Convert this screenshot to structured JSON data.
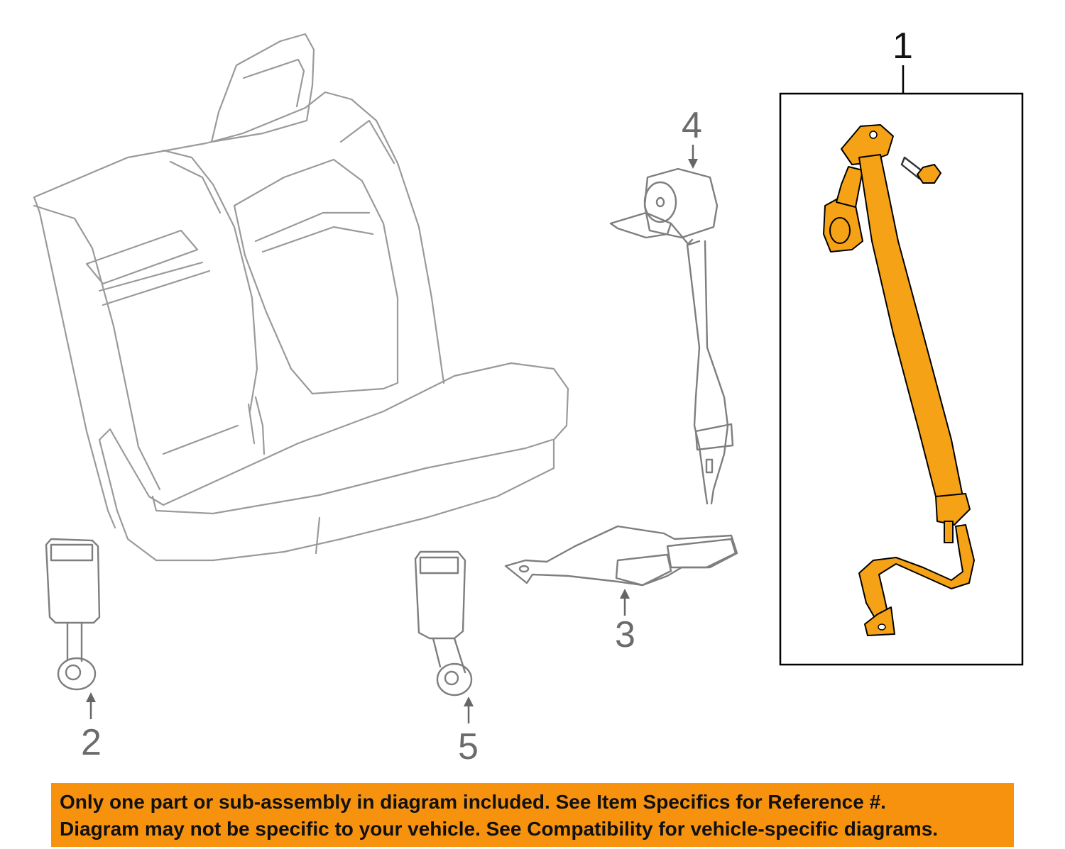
{
  "callouts": {
    "part_1": "1",
    "part_2": "2",
    "part_3": "3",
    "part_4": "4",
    "part_5": "5"
  },
  "banner": {
    "line1": "Only one part or sub-assembly in diagram included. See Item Specifics for Reference #.",
    "line2": "Diagram may not be specific to your vehicle. See Compatibility for vehicle-specific diagrams."
  },
  "colors": {
    "highlight_part": "#f5a216",
    "banner_background": "#f7920f",
    "outline_gray": "#9a9a9a"
  }
}
